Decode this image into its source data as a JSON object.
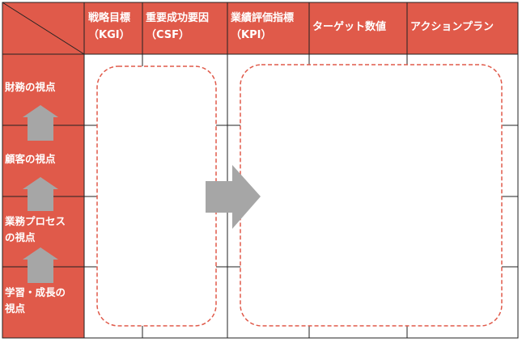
{
  "header": {
    "kgi_line1": "戦略目標",
    "kgi_line2": "（KGI）",
    "csf_line1": "重要成功要因",
    "csf_line2": "（CSF）",
    "kpi_line1": "業績評価指標",
    "kpi_line2": "（KPI）",
    "target": "ターゲット数値",
    "action": "アクションプラン"
  },
  "rows": {
    "financial": "財務の視点",
    "customer": "顧客の視点",
    "process_line1": "業務プロセス",
    "process_line2": "の視点",
    "learning_line1": "学習・成長の",
    "learning_line2": "視点"
  },
  "colors": {
    "accent": "#e05a4a",
    "arrow": "#a6a6a6",
    "grid": "#222222",
    "dashed": "#e05a4a"
  }
}
